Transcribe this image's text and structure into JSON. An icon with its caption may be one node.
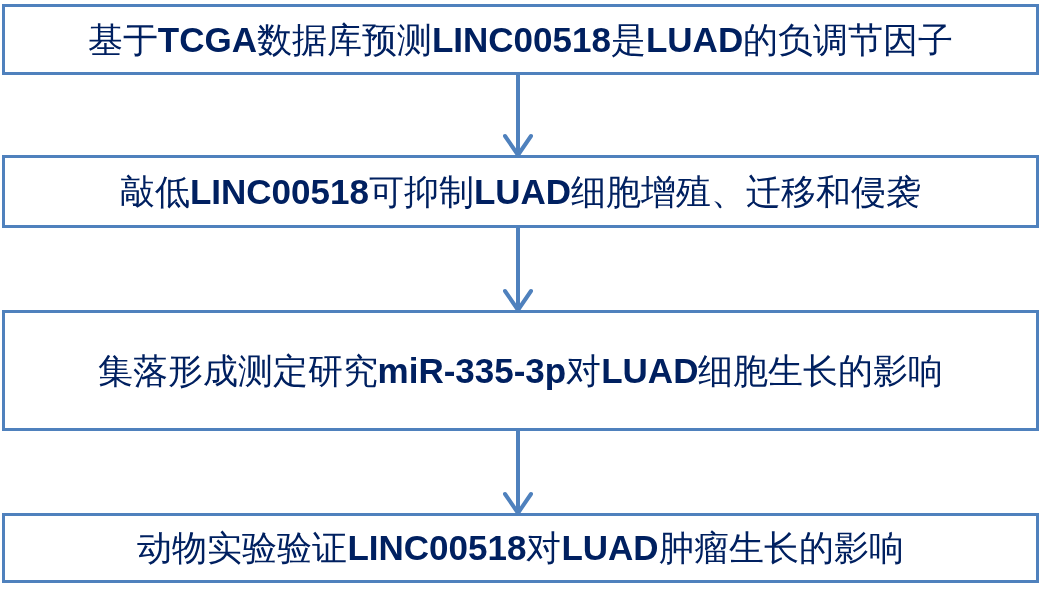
{
  "diagram": {
    "nodes": [
      {
        "text": [
          "基于**TCGA**数据库预测**LINC00518**是**LUAD**的负调节因子"
        ]
      },
      {
        "text": [
          "敲低**LINC00518**可抑制**LUAD**细胞增殖、迁移和侵袭"
        ]
      },
      {
        "text": [
          "集落形成测定研究**miR-335-3p**对**LUAD**细胞生长的影响"
        ]
      },
      {
        "text": [
          "动物实验验证**LINC00518**对**LUAD**肿瘤生长的影响"
        ]
      }
    ],
    "edges": [
      {
        "from": 0,
        "to": 1,
        "arrow": "to"
      },
      {
        "from": 1,
        "to": 2,
        "arrow": "to"
      },
      {
        "from": 2,
        "to": 3,
        "arrow": "to"
      }
    ]
  }
}
